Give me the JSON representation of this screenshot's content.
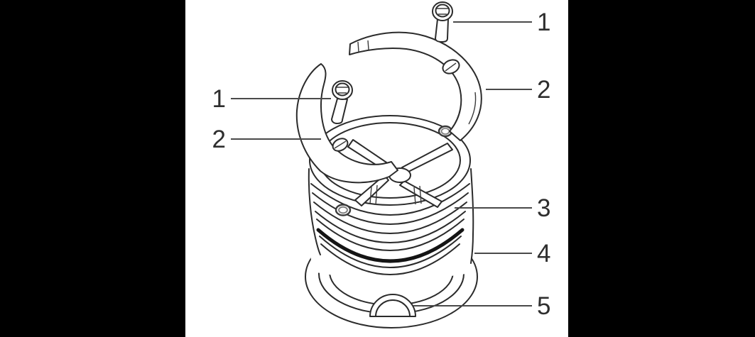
{
  "figure": {
    "kind": "exploded-assembly-line-drawing",
    "background": "#ffffff",
    "letterbox_color": "#000000",
    "line_color": "#2b2b2b",
    "label_color": "#2e2e2e"
  },
  "parts": {
    "screw_top": "socket-head-screw",
    "screw_left": "socket-head-screw",
    "plate_upper": "c-shaped-lock-plate",
    "plate_lower": "c-shaped-lock-plate",
    "body": "ribbed-cylindrical-body",
    "flange": "base-flange-ring",
    "dome": "bottom-dome-detail"
  },
  "callouts": {
    "left": [
      {
        "label": "1"
      },
      {
        "label": "2"
      }
    ],
    "right": [
      {
        "label": "1"
      },
      {
        "label": "2"
      },
      {
        "label": "3"
      },
      {
        "label": "4"
      },
      {
        "label": "5"
      }
    ]
  }
}
